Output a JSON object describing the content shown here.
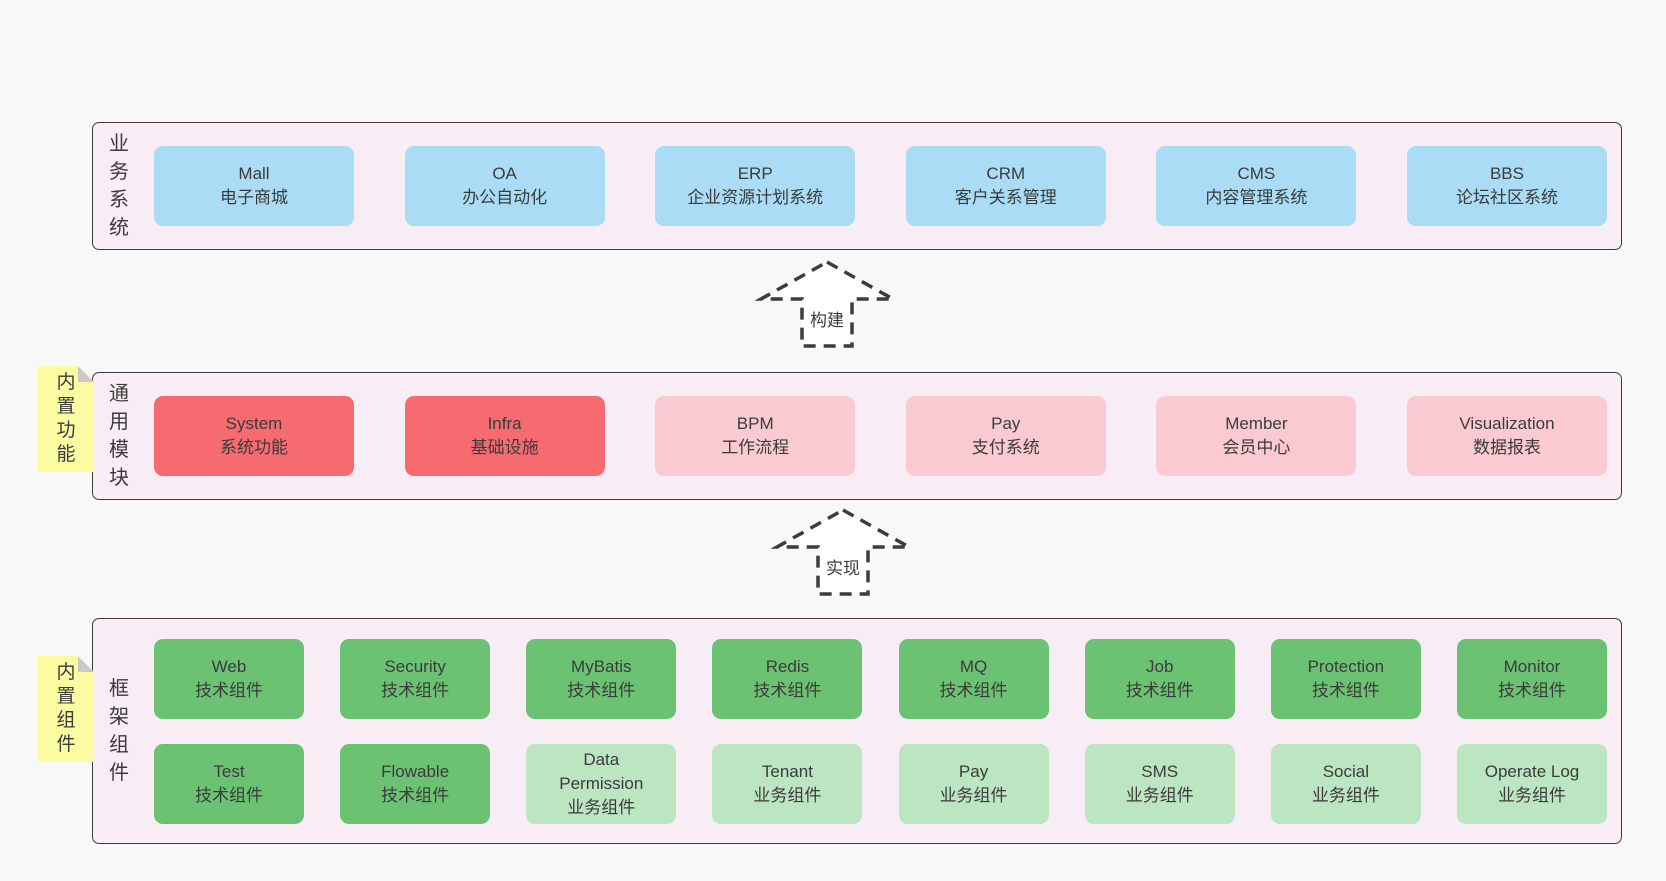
{
  "background": "#f8f8f8",
  "colors": {
    "page_bg": "#f8f8f8",
    "container_bg": "#f8ecf5",
    "container_border": "#3c3c3c",
    "text": "#3b3b3b",
    "blue": "#aadcf6",
    "red": "#f66b70",
    "pink": "#f9cad2",
    "green": "#6cc273",
    "light_green": "#bce5c2",
    "note_yellow": "#fbfba2",
    "note_fold": "#c9c9c9"
  },
  "arrows": [
    {
      "label": "构建"
    },
    {
      "label": "实现"
    }
  ],
  "layers": [
    {
      "label": "业务系统",
      "rows": [
        {
          "boxes": [
            {
              "lines": [
                "Mall",
                "电子商城"
              ],
              "variant": "blue"
            },
            {
              "lines": [
                "OA",
                "办公自动化"
              ],
              "variant": "blue"
            },
            {
              "lines": [
                "ERP",
                "企业资源计划系统"
              ],
              "variant": "blue"
            },
            {
              "lines": [
                "CRM",
                "客户关系管理"
              ],
              "variant": "blue"
            },
            {
              "lines": [
                "CMS",
                "内容管理系统"
              ],
              "variant": "blue"
            },
            {
              "lines": [
                "BBS",
                "论坛社区系统"
              ],
              "variant": "blue"
            }
          ]
        }
      ]
    },
    {
      "label": "通用模块",
      "note": "内置功能",
      "rows": [
        {
          "boxes": [
            {
              "lines": [
                "System",
                "系统功能"
              ],
              "variant": "red"
            },
            {
              "lines": [
                "Infra",
                "基础设施"
              ],
              "variant": "red"
            },
            {
              "lines": [
                "BPM",
                "工作流程"
              ],
              "variant": "pink"
            },
            {
              "lines": [
                "Pay",
                "支付系统"
              ],
              "variant": "pink"
            },
            {
              "lines": [
                "Member",
                "会员中心"
              ],
              "variant": "pink"
            },
            {
              "lines": [
                "Visualization",
                "数据报表"
              ],
              "variant": "pink"
            }
          ]
        }
      ]
    },
    {
      "label": "框架组件",
      "note": "内置组件",
      "rows": [
        {
          "boxes": [
            {
              "lines": [
                "Web",
                "技术组件"
              ],
              "variant": "green"
            },
            {
              "lines": [
                "Security",
                "技术组件"
              ],
              "variant": "green"
            },
            {
              "lines": [
                "MyBatis",
                "技术组件"
              ],
              "variant": "green"
            },
            {
              "lines": [
                "Redis",
                "技术组件"
              ],
              "variant": "green"
            },
            {
              "lines": [
                "MQ",
                "技术组件"
              ],
              "variant": "green"
            },
            {
              "lines": [
                "Job",
                "技术组件"
              ],
              "variant": "green"
            },
            {
              "lines": [
                "Protection",
                "技术组件"
              ],
              "variant": "green"
            },
            {
              "lines": [
                "Monitor",
                "技术组件"
              ],
              "variant": "green"
            }
          ]
        },
        {
          "boxes": [
            {
              "lines": [
                "Test",
                "技术组件"
              ],
              "variant": "green"
            },
            {
              "lines": [
                "Flowable",
                "技术组件"
              ],
              "variant": "green"
            },
            {
              "lines": [
                "Data",
                "Permission",
                "业务组件"
              ],
              "variant": "light-green"
            },
            {
              "lines": [
                "Tenant",
                "业务组件"
              ],
              "variant": "light-green"
            },
            {
              "lines": [
                "Pay",
                "业务组件"
              ],
              "variant": "light-green"
            },
            {
              "lines": [
                "SMS",
                "业务组件"
              ],
              "variant": "light-green"
            },
            {
              "lines": [
                "Social",
                "业务组件"
              ],
              "variant": "light-green"
            },
            {
              "lines": [
                "Operate Log",
                "业务组件"
              ],
              "variant": "light-green"
            }
          ]
        }
      ]
    }
  ]
}
